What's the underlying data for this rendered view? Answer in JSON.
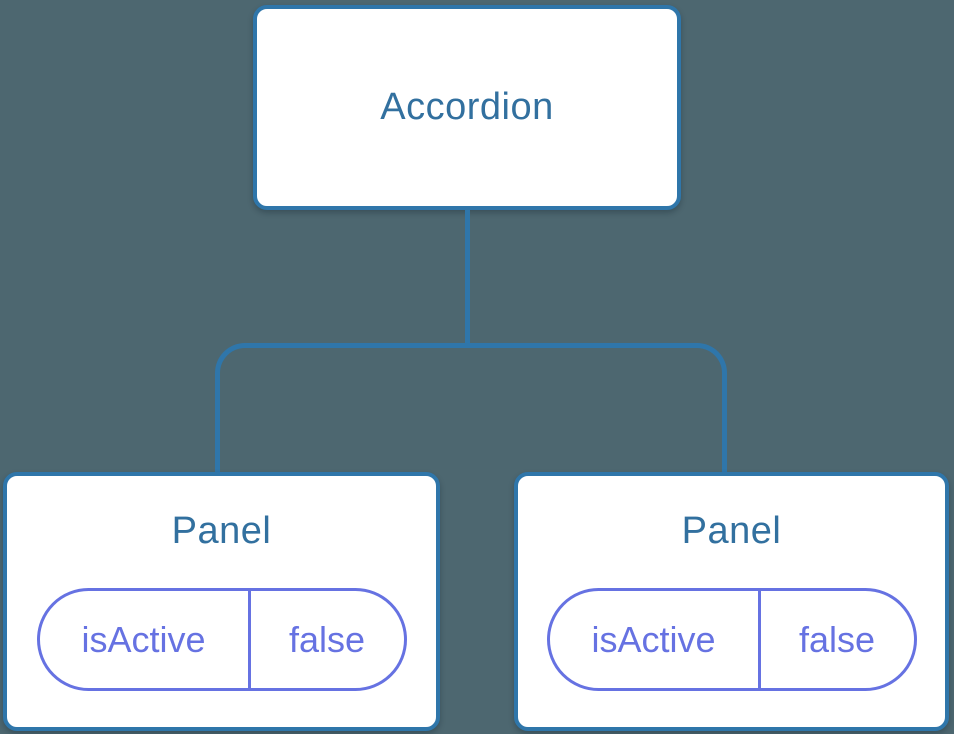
{
  "theme": {
    "bg": "#4d6770",
    "line": "#2f76aa",
    "title": "#32709f",
    "pill": "#6672e2",
    "node_bg": "#ffffff"
  },
  "tree": {
    "root": {
      "label": "Accordion"
    },
    "children": [
      {
        "label": "Panel",
        "state": {
          "name": "isActive",
          "value": "false"
        }
      },
      {
        "label": "Panel",
        "state": {
          "name": "isActive",
          "value": "false"
        }
      }
    ]
  }
}
